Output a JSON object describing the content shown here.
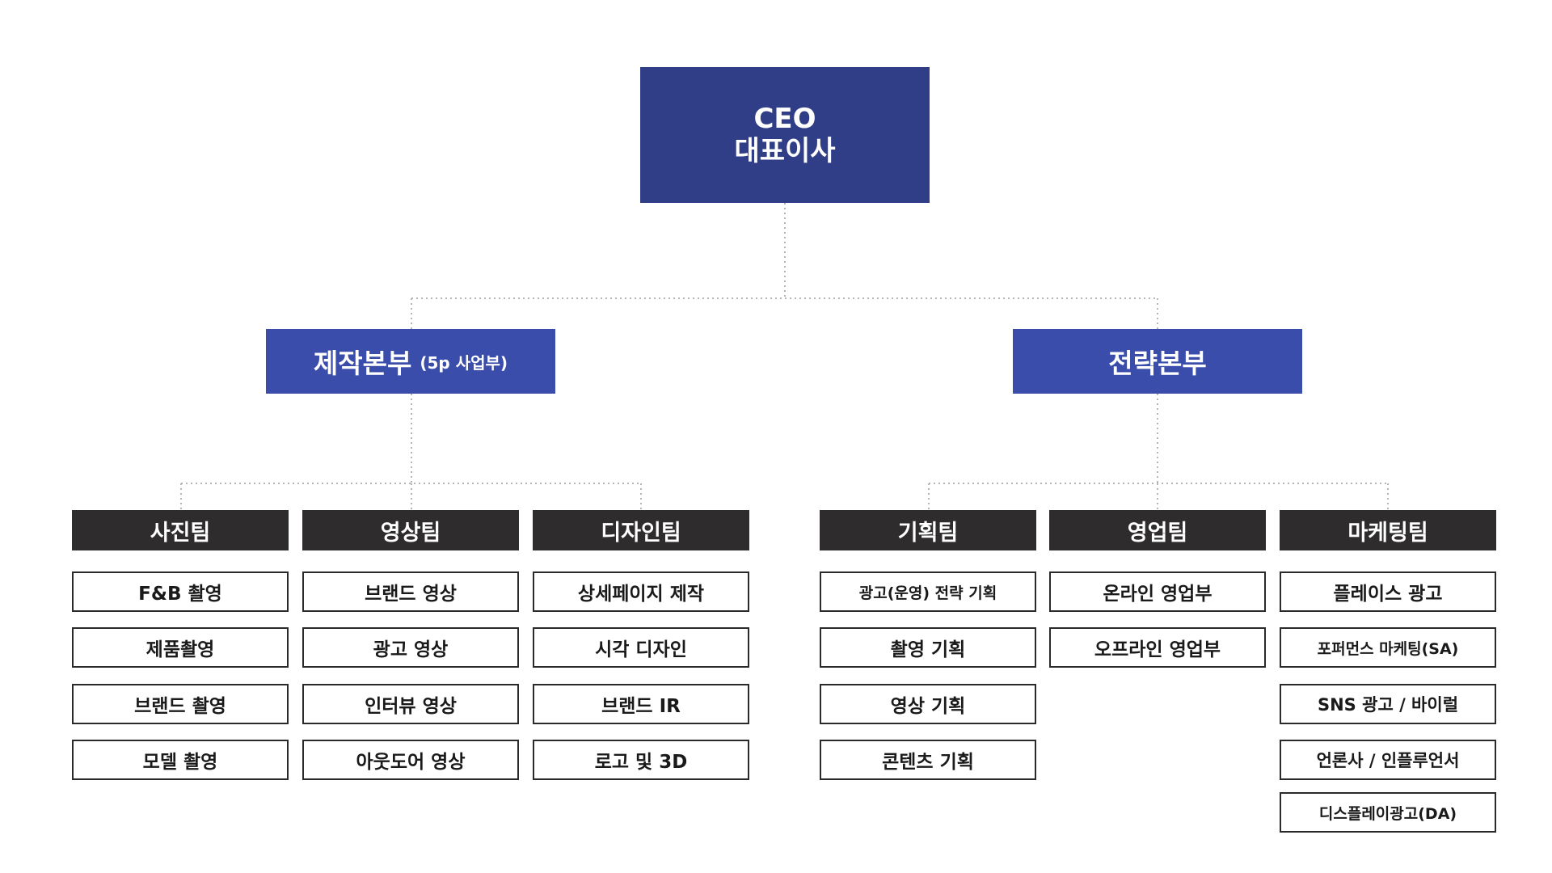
{
  "colors": {
    "ceo_bg": "#2f3e87",
    "division_bg": "#3a4dab",
    "team_bg": "#2e2c2c",
    "connector": "#b5b5b5"
  },
  "ceo": {
    "line1": "CEO",
    "line2": "대표이사"
  },
  "divisions": [
    {
      "name": "제작본부",
      "sub": "(5p 사업부)",
      "teams": [
        {
          "name": "사진팀",
          "items": [
            "F&B 촬영",
            "제품촬영",
            "브랜드 촬영",
            "모델 촬영"
          ]
        },
        {
          "name": "영상팀",
          "items": [
            "브랜드 영상",
            "광고 영상",
            "인터뷰 영상",
            "아웃도어 영상"
          ]
        },
        {
          "name": "디자인팀",
          "items": [
            "상세페이지 제작",
            "시각 디자인",
            "브랜드 IR",
            "로고 및 3D"
          ]
        }
      ]
    },
    {
      "name": "전략본부",
      "sub": "",
      "teams": [
        {
          "name": "기획팀",
          "items": [
            "광고(운영) 전략 기획",
            "촬영 기획",
            "영상 기획",
            "콘텐츠 기획"
          ]
        },
        {
          "name": "영업팀",
          "items": [
            "온라인 영업부",
            "오프라인 영업부"
          ]
        },
        {
          "name": "마케팅팀",
          "items": [
            "플레이스 광고",
            "포퍼먼스 마케팅(SA)",
            "SNS 광고 / 바이럴",
            "언론사 / 인플루언서",
            "디스플레이광고(DA)"
          ]
        }
      ]
    }
  ]
}
